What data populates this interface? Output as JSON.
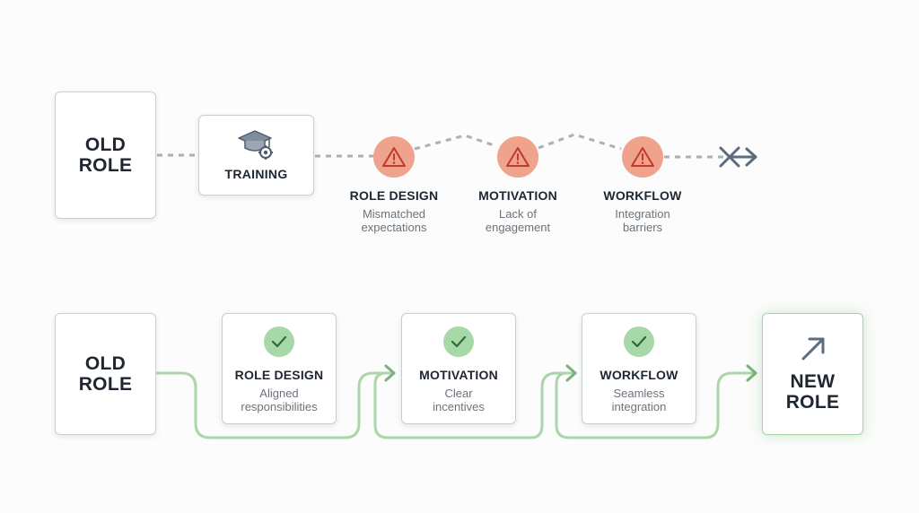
{
  "top_flow": {
    "start": {
      "line1": "OLD",
      "line2": "ROLE"
    },
    "training": {
      "label": "TRAINING",
      "icon": "graduation-cap-gear-icon"
    },
    "barriers": [
      {
        "title": "ROLE DESIGN",
        "desc_line1": "Mismatched",
        "desc_line2": "expectations",
        "icon": "warning-icon"
      },
      {
        "title": "MOTIVATION",
        "desc_line1": "Lack of",
        "desc_line2": "engagement",
        "icon": "warning-icon"
      },
      {
        "title": "WORKFLOW",
        "desc_line1": "Integration",
        "desc_line2": "barriers",
        "icon": "warning-icon"
      }
    ],
    "end_icon": "blocked-arrow-icon"
  },
  "bottom_flow": {
    "start": {
      "line1": "OLD",
      "line2": "ROLE"
    },
    "steps": [
      {
        "title": "ROLE DESIGN",
        "desc_line1": "Aligned",
        "desc_line2": "responsibilities",
        "icon": "check-icon"
      },
      {
        "title": "MOTIVATION",
        "desc_line1": "Clear",
        "desc_line2": "incentives",
        "icon": "check-icon"
      },
      {
        "title": "WORKFLOW",
        "desc_line1": "Seamless",
        "desc_line2": "integration",
        "icon": "check-icon"
      }
    ],
    "end": {
      "line1": "NEW",
      "line2": "ROLE",
      "icon": "arrow-up-right-icon"
    }
  },
  "colors": {
    "dotted_line": "#a9b0b8",
    "warning_fill": "#f0a38c",
    "warning_stroke": "#c0392b",
    "success_fill": "#a6d8a8",
    "success_line": "#9ccd9b",
    "success_arrow": "#79b27a",
    "dark_text": "#1e2630",
    "muted_text": "#6c737b",
    "icon_gray": "#5d6b7e"
  }
}
